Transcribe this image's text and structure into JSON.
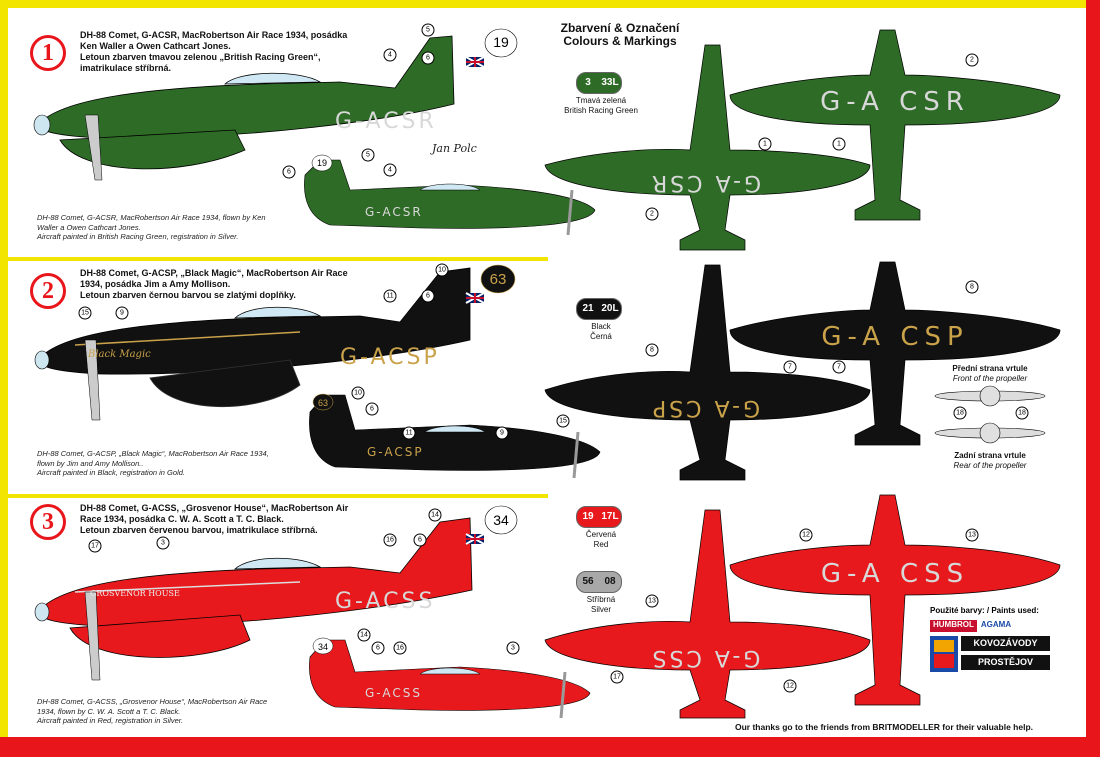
{
  "title": {
    "line1": "Zbarvení & Označení",
    "line2": "Colours & Markings"
  },
  "schemes": [
    {
      "number": "1",
      "header": [
        "DH-88 Comet, G-ACSR, MacRobertson Air Race 1934, posádka",
        "Ken Waller a Owen Cathcart Jones.",
        "Letoun zbarven tmavou zelenou „British Racing Green“,",
        "imatrikulace stříbrná."
      ],
      "caption": [
        "DH-88 Comet, G-ACSR, MacRobertson Air Race 1934, flown by Ken",
        "Waller a Owen Cathcart Jones.",
        "Aircraft painted in British Racing Green, registration in Silver."
      ],
      "registration": "G-ACSR",
      "reg_split": [
        "G-A",
        "CSR"
      ],
      "race_number": "19",
      "signature": "Jan Polc",
      "body_color": "#2e6b27",
      "reg_color": "#d8d8d8"
    },
    {
      "number": "2",
      "header": [
        "DH-88 Comet, G-ACSP, „Black Magic“, MacRobertson Air Race",
        "1934, posádka Jim a Amy Mollison.",
        "Letoun zbarven černou barvou se zlatými doplňky."
      ],
      "caption": [
        "DH-88 Comet, G-ACSP, „Black Magic“, MacRobertson Air Race 1934,",
        "flown by Jim and Amy Mollison..",
        "Aircraft painted in Black, registration in Gold."
      ],
      "registration": "G-ACSP",
      "reg_split": [
        "G-A",
        "CSP"
      ],
      "race_number": "63",
      "name": "Black Magic",
      "body_color": "#111111",
      "reg_color": "#c9a24a"
    },
    {
      "number": "3",
      "header": [
        "DH-88 Comet, G-ACSS, „Grosvenor House“, MacRobertson Air",
        "Race 1934, posádka C. W. A. Scott a T. C. Black.",
        "Letoun zbarven červenou barvou, imatrikulace stříbrná."
      ],
      "caption": [
        "DH-88 Comet, G-ACSS, „Grosvenor House“, MacRobertson Air Race",
        "1934, flown by C. W. A. Scott a T. C. Black.",
        "Aircraft painted in Red, registration in Silver."
      ],
      "registration": "G-ACSS",
      "reg_split": [
        "G-A",
        "CSS"
      ],
      "race_number": "34",
      "name": "Grosvenor House",
      "body_color": "#e8191c",
      "reg_color": "#d8d8d8"
    }
  ],
  "paints": [
    {
      "codes": [
        "3",
        "33L"
      ],
      "cz": "Tmavá zelená",
      "en": "British Racing Green",
      "color": "#2e6b27"
    },
    {
      "codes": [
        "21",
        "20L"
      ],
      "cz": "Black",
      "en": "Černá",
      "color": "#111111"
    },
    {
      "codes": [
        "19",
        "17L"
      ],
      "cz": "Červená",
      "en": "Red",
      "color": "#e8191c"
    },
    {
      "codes": [
        "56",
        "08"
      ],
      "cz": "Stříbrná",
      "en": "Silver",
      "color": "#a8a8a8"
    }
  ],
  "propeller": {
    "front_cz": "Přední strana vrtule",
    "front_en": "Front of the propeller",
    "rear_cz": "Zadní strana vrtule",
    "rear_en": "Rear of the propeller"
  },
  "paints_used": "Použité barvy: / Paints used:",
  "brands": {
    "humbrol": "HUMBROL",
    "agama": "AGAMA",
    "kovo1": "KOVOZÁVODY",
    "kovo2": "PROSTĚJOV"
  },
  "thanks": "Our thanks go to the friends from BRITMODELLER for their valuable help."
}
